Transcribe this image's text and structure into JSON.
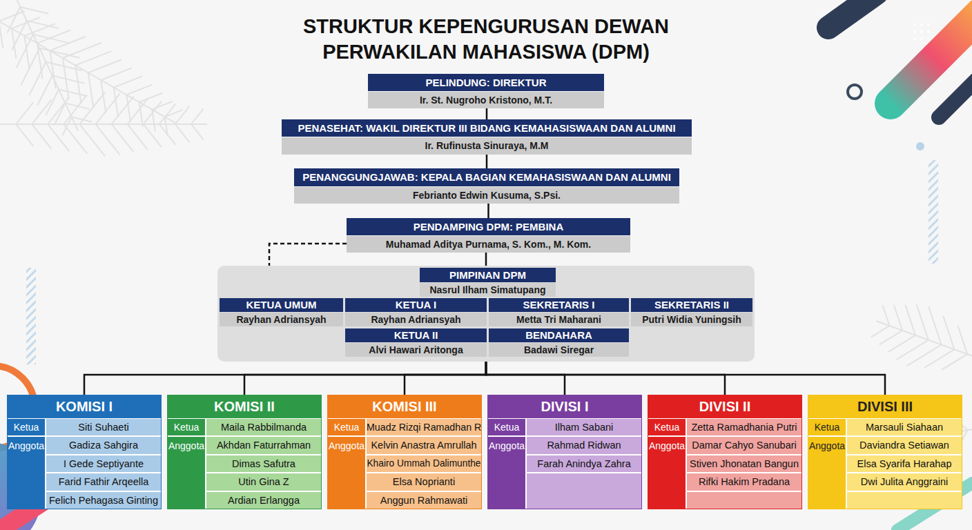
{
  "diagram": {
    "title": "STRUKTUR KEPENGURUSAN DEWAN PERWAKILAN MAHASISWA (DPM)",
    "nodes": [
      {
        "text": [
          "PELINDUNG: DIREKTUR",
          "Ir. St. Nugroho Kristono, M.T."
        ]
      },
      {
        "text": [
          "PENASEHAT: WAKIL DIREKTUR III BIDANG KEMAHASISWAAN DAN ALUMNI",
          "Ir. Rufinusta Sinuraya, M.M"
        ]
      },
      {
        "text": [
          "PENANGGUNGJAWAB: KEPALA BAGIAN KEMAHASISWAAN DAN ALUMNI",
          "Febrianto Edwin Kusuma, S.Psi."
        ]
      },
      {
        "text": [
          "PENDAMPING DPM: PEMBINA",
          "Muhamad Aditya Purnama, S. Kom., M. Kom."
        ]
      },
      {
        "text": [
          "PIMPINAN DPM",
          "Nasrul Ilham Simatupang"
        ]
      },
      {
        "text": [
          "KETUA UMUM",
          "Rayhan Adriansyah"
        ],
        "in": 4
      },
      {
        "text": [
          "KETUA I",
          "Rayhan Adriansyah"
        ],
        "in": 4
      },
      {
        "text": [
          "SEKRETARIS I",
          "Metta Tri Maharani"
        ],
        "in": 4
      },
      {
        "text": [
          "SEKRETARIS II",
          "Putri Widia Yuningsih"
        ],
        "in": 4
      },
      {
        "text": [
          "KETUA II",
          "Alvi Hawari Aritonga"
        ],
        "in": 4
      },
      {
        "text": [
          "BENDAHARA",
          "Badawi Siregar"
        ],
        "in": 4
      },
      {
        "text": [
          "KOMISI I",
          "Ketua",
          "Siti Suhaeti",
          "Anggota",
          "Gadiza Sahgira",
          "I Gede Septiyante",
          "Farid Fathir Arqeella",
          "Felich Pehagasa Ginting"
        ]
      },
      {
        "text": [
          "KOMISI II",
          "Ketua",
          "Maila Rabbilmanda",
          "Anggota",
          "Akhdan Faturrahman",
          "Dimas Safutra",
          "Utin Gina Z",
          "Ardian Erlangga"
        ]
      },
      {
        "text": [
          "KOMISI III",
          "Ketua",
          "Muadz Rizqi Ramadhan R",
          "Anggota",
          "Kelvin Anastra Amrullah",
          "Khairo Ummah Dalimunthe",
          "Elsa Noprianti",
          "Anggun Rahmawati"
        ]
      },
      {
        "text": [
          "DIVISI I",
          "Ketua",
          "Ilham Sabani",
          "Anggota",
          "Rahmad Ridwan",
          "Farah Anindya Zahra"
        ]
      },
      {
        "text": [
          "DIVISI II",
          "Ketua",
          "Zetta Ramadhania Putri",
          "Anggota",
          "Damar Cahyo Sanubari",
          "Stiven Jhonatan Bangun",
          "Rifki Hakim Pradana"
        ]
      },
      {
        "text": [
          "DIVISI III",
          "Ketua",
          "Marsauli Siahaan",
          "Anggota",
          "Daviandra Setiawan",
          "Elsa Syarifa Harahap",
          "Dwi Julita Anggraini"
        ]
      }
    ],
    "edges": [
      {
        "from": 0,
        "to": 1,
        "arrow": "none"
      },
      {
        "from": 1,
        "to": 2,
        "arrow": "none"
      },
      {
        "from": 2,
        "to": 3,
        "arrow": "none"
      },
      {
        "from": 3,
        "to": 4,
        "arrow": "none"
      },
      {
        "from": 3,
        "to": 4,
        "arrow": "none"
      },
      {
        "from": 4,
        "to": 11,
        "arrow": "none"
      },
      {
        "from": 4,
        "to": 12,
        "arrow": "none"
      },
      {
        "from": 4,
        "to": 13,
        "arrow": "none"
      },
      {
        "from": 4,
        "to": 14,
        "arrow": "none"
      },
      {
        "from": 4,
        "to": 15,
        "arrow": "none"
      },
      {
        "from": 4,
        "to": 16,
        "arrow": "none"
      }
    ]
  }
}
